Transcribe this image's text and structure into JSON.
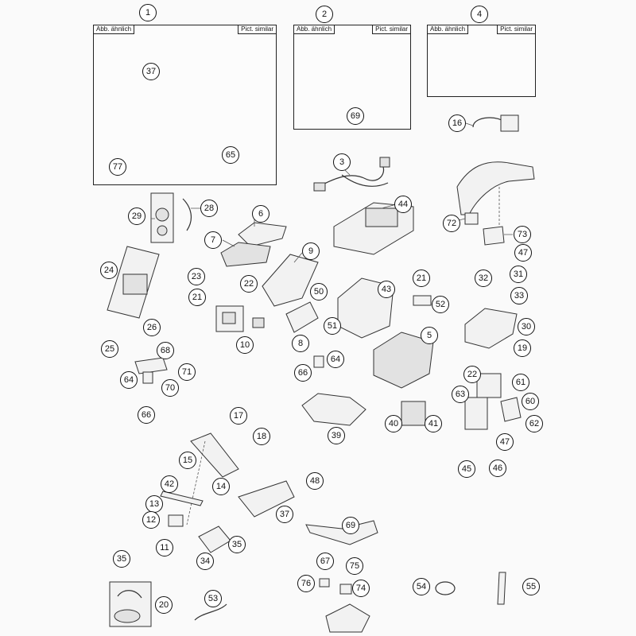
{
  "labels": {
    "abb": "Abb. ähnlich",
    "pict": "Pict. similar"
  },
  "callouts": [
    {
      "id": "c1",
      "text": "1"
    },
    {
      "id": "c2",
      "text": "2"
    },
    {
      "id": "c4",
      "text": "4"
    },
    {
      "id": "c37a",
      "text": "37"
    },
    {
      "id": "c65",
      "text": "65"
    },
    {
      "id": "c77",
      "text": "77"
    },
    {
      "id": "c69a",
      "text": "69"
    },
    {
      "id": "c16",
      "text": "16"
    },
    {
      "id": "c3",
      "text": "3"
    },
    {
      "id": "c29",
      "text": "29"
    },
    {
      "id": "c28",
      "text": "28"
    },
    {
      "id": "c6",
      "text": "6"
    },
    {
      "id": "c44",
      "text": "44"
    },
    {
      "id": "c72",
      "text": "72"
    },
    {
      "id": "c73",
      "text": "73"
    },
    {
      "id": "c7",
      "text": "7"
    },
    {
      "id": "c9",
      "text": "9"
    },
    {
      "id": "c47a",
      "text": "47"
    },
    {
      "id": "c24",
      "text": "24"
    },
    {
      "id": "c23",
      "text": "23"
    },
    {
      "id": "c22a",
      "text": "22"
    },
    {
      "id": "c21a",
      "text": "21"
    },
    {
      "id": "c50",
      "text": "50"
    },
    {
      "id": "c43",
      "text": "43"
    },
    {
      "id": "c21b",
      "text": "21"
    },
    {
      "id": "c32",
      "text": "32"
    },
    {
      "id": "c31",
      "text": "31"
    },
    {
      "id": "c33",
      "text": "33"
    },
    {
      "id": "c52",
      "text": "52"
    },
    {
      "id": "c51",
      "text": "51"
    },
    {
      "id": "c26",
      "text": "26"
    },
    {
      "id": "c10",
      "text": "10"
    },
    {
      "id": "c8",
      "text": "8"
    },
    {
      "id": "c5",
      "text": "5"
    },
    {
      "id": "c30",
      "text": "30"
    },
    {
      "id": "c25",
      "text": "25"
    },
    {
      "id": "c19",
      "text": "19"
    },
    {
      "id": "c68",
      "text": "68"
    },
    {
      "id": "c64a",
      "text": "64"
    },
    {
      "id": "c71",
      "text": "71"
    },
    {
      "id": "c70",
      "text": "70"
    },
    {
      "id": "c64b",
      "text": "64"
    },
    {
      "id": "c66b",
      "text": "66"
    },
    {
      "id": "c22b",
      "text": "22"
    },
    {
      "id": "c61",
      "text": "61"
    },
    {
      "id": "c63",
      "text": "63"
    },
    {
      "id": "c60",
      "text": "60"
    },
    {
      "id": "c66a",
      "text": "66"
    },
    {
      "id": "c40",
      "text": "40"
    },
    {
      "id": "c41",
      "text": "41"
    },
    {
      "id": "c62",
      "text": "62"
    },
    {
      "id": "c17",
      "text": "17"
    },
    {
      "id": "c18",
      "text": "18"
    },
    {
      "id": "c39",
      "text": "39"
    },
    {
      "id": "c47b",
      "text": "47"
    },
    {
      "id": "c15",
      "text": "15"
    },
    {
      "id": "c45",
      "text": "45"
    },
    {
      "id": "c46",
      "text": "46"
    },
    {
      "id": "c42",
      "text": "42"
    },
    {
      "id": "c14",
      "text": "14"
    },
    {
      "id": "c48",
      "text": "48"
    },
    {
      "id": "c37b",
      "text": "37"
    },
    {
      "id": "c13",
      "text": "13"
    },
    {
      "id": "c12",
      "text": "12"
    },
    {
      "id": "c69b",
      "text": "69"
    },
    {
      "id": "c11",
      "text": "11"
    },
    {
      "id": "c35a",
      "text": "35"
    },
    {
      "id": "c34",
      "text": "34"
    },
    {
      "id": "c35b",
      "text": "35"
    },
    {
      "id": "c67",
      "text": "67"
    },
    {
      "id": "c75",
      "text": "75"
    },
    {
      "id": "c76",
      "text": "76"
    },
    {
      "id": "c74",
      "text": "74"
    },
    {
      "id": "c54",
      "text": "54"
    },
    {
      "id": "c55",
      "text": "55"
    },
    {
      "id": "c20",
      "text": "20"
    },
    {
      "id": "c53",
      "text": "53"
    }
  ]
}
